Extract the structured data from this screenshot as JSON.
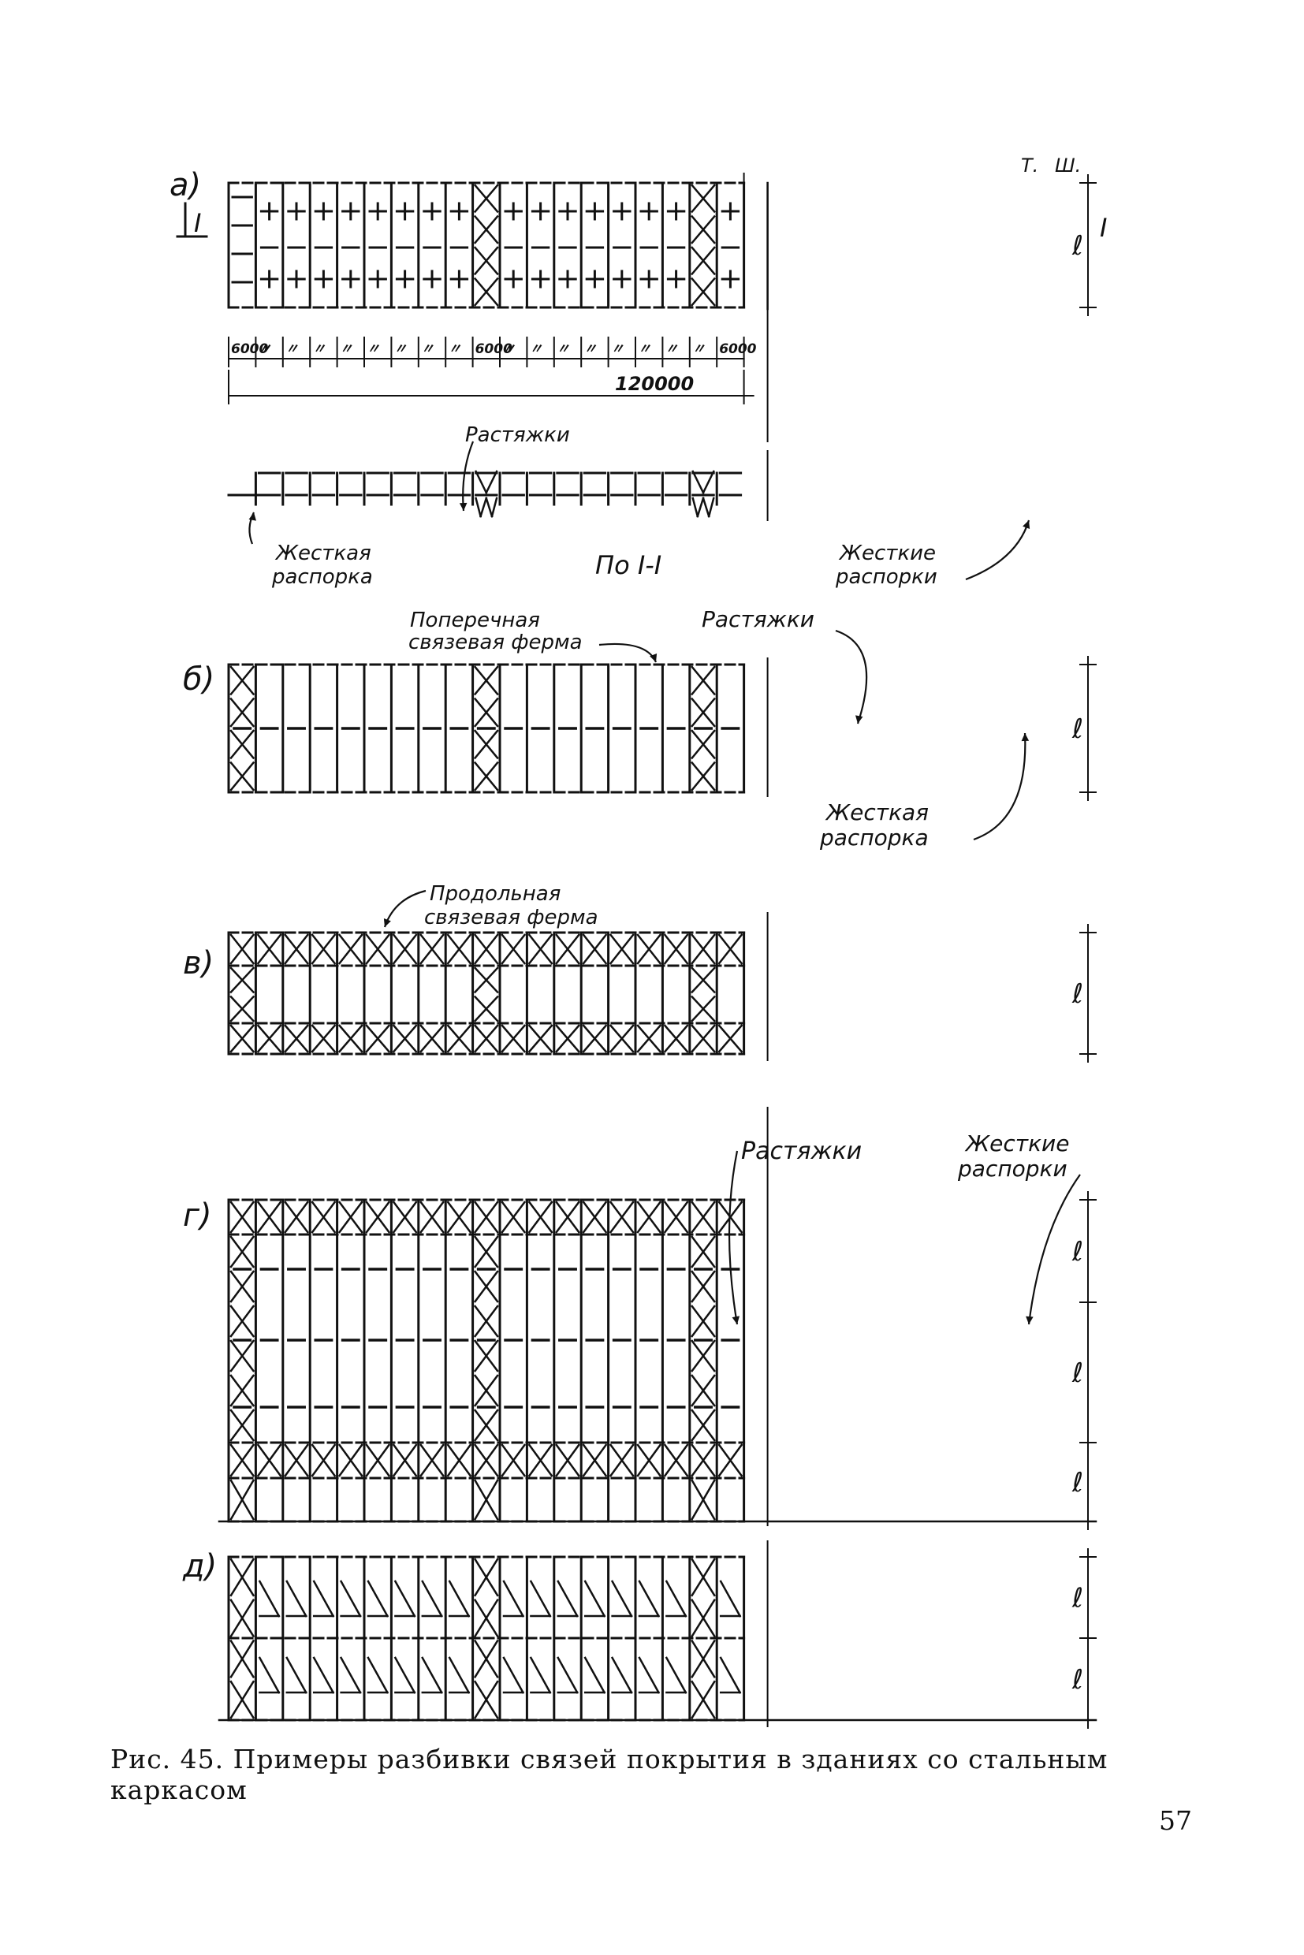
{
  "figure": {
    "panel_labels": {
      "a": "а)",
      "b": "б)",
      "v": "в)",
      "g": "г)",
      "d": "д)"
    },
    "section_mark": "I",
    "dim_marks": {
      "t": "Т.",
      "sh": "Ш."
    },
    "span_symbol": "ℓ",
    "bay_dims": [
      "6000",
      "〃",
      "〃",
      "〃",
      "〃",
      "〃",
      "〃",
      "〃",
      "〃",
      "6000",
      "〃",
      "〃",
      "〃",
      "〃",
      "〃",
      "〃",
      "〃",
      "〃",
      "6000"
    ],
    "total_dim": "120000",
    "labels": {
      "a_cross_truss": [
        "Поперечная",
        "связевая ферма"
      ],
      "s_tie": "Растяжки",
      "s_rigid_left": [
        "Жесткая",
        "распорка"
      ],
      "s_section": "По I-I",
      "s_rigid_right": [
        "Жесткие",
        "распорки"
      ],
      "b_cross_truss": [
        "Поперечная",
        "связевая ферма"
      ],
      "b_tie": "Растяжки",
      "b_rigid": [
        "Жесткая",
        "распорка"
      ],
      "v_long_truss": [
        "Продольная",
        "связевая ферма"
      ],
      "g_tie": "Растяжки",
      "g_rigid": [
        "Жесткие",
        "распорки"
      ]
    }
  },
  "caption": "Рис. 45. Примеры разбивки связей покрытия в зданиях со стальным каркасом",
  "page_number": "57"
}
